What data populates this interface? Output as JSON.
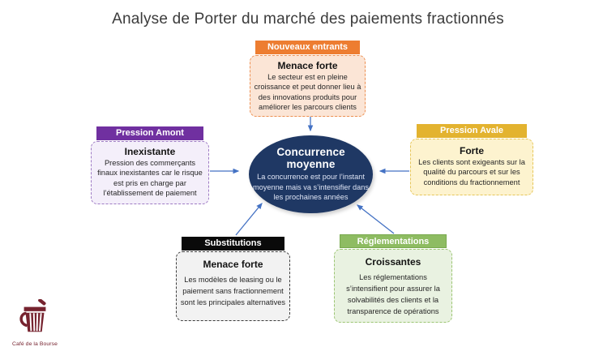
{
  "title": "Analyse de Porter du marché des paiements fractionnés",
  "center": {
    "heading": "Concurrence moyenne",
    "body": "La concurrence est pour l’instant moyenne mais va s’intensifier dans les prochaines années",
    "bg_color": "#1F3864"
  },
  "forces": {
    "nouveaux_entrants": {
      "header": "Nouveaux entrants",
      "level": "Menace forte",
      "description": "Le secteur est en pleine croissance et peut donner lieu à des innovations produits pour améliorer les parcours clients",
      "header_bg": "#ED7D31",
      "body_bg": "#FBE5D6"
    },
    "pression_amont": {
      "header": "Pression Amont",
      "level": "Inexistante",
      "description": "Pression des commerçants finaux inexistantes car le risque est pris en charge par l’établissement de paiement",
      "header_bg": "#7030A0",
      "body_bg": "#F4EFFA"
    },
    "pression_avale": {
      "header": "Pression Avale",
      "level": "Forte",
      "description": "Les clients sont exigeants sur la qualité du parcours et sur les conditions du fractionnement",
      "header_bg": "#E3B32F",
      "body_bg": "#FDF3CF"
    },
    "substitutions": {
      "header": "Substitutions",
      "level": "Menace forte",
      "description": "Les modèles de leasing ou le paiement sans fractionnement sont les principales alternatives",
      "header_bg": "#0A0A0A",
      "body_bg": "#F2F2F2"
    },
    "reglementations": {
      "header": "Réglementations",
      "level": "Croissantes",
      "description": "Les réglementations s’intensifient pour assurer la solvabilités des clients et la transparence de opérations",
      "header_bg": "#8EBC62",
      "body_bg": "#E9F2E1"
    }
  },
  "arrow_color": "#4472C4",
  "logo": {
    "label": "Café de la Bourse",
    "color": "#76232F",
    "icon": "coffee-cup-icon"
  }
}
